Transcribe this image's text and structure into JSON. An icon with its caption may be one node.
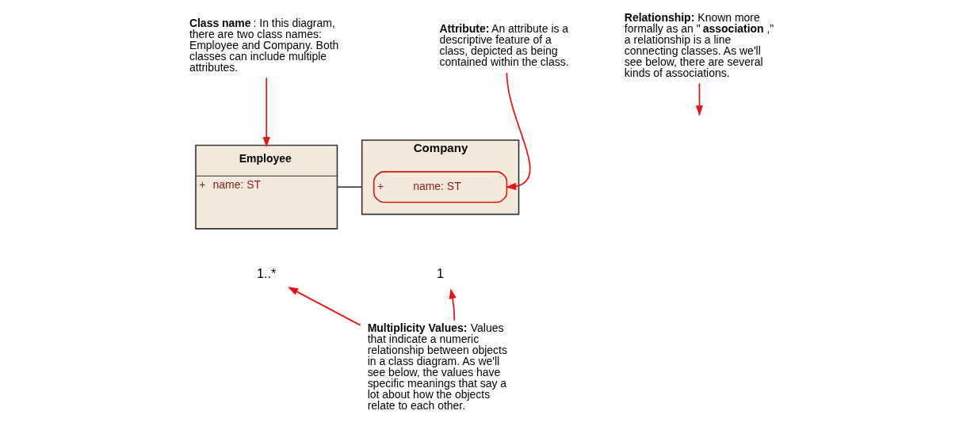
{
  "diagram": {
    "nodes": [
      {
        "text": [
          "**Class name**: In this diagram, there are two class names: Employee and Company. Both classes can include multiple attributes."
        ]
      },
      {
        "text": [
          "**Relationship:** Known more formally as an \"**association**,\" a relationship is a line connecting classes. As we'll see below, there are several kinds of associations."
        ]
      },
      {
        "text": [
          "**Attribute:** An attribute is a descriptive feature of a class, depicted as being contained within the class."
        ]
      },
      {
        "text": [
          "Employee",
          "+",
          "name: ST"
        ]
      },
      {
        "text": [
          "Company"
        ]
      },
      {
        "text": [
          "+",
          "name: ST"
        ],
        "in": 4
      },
      {
        "text": [
          "**Multiplicity Values:** Values that indicate a numeric relationship between objects in a class diagram. As we'll see below, the values have specific meanings that say a lot about how the objects relate to each other."
        ]
      },
      {
        "text": [
          "1..*"
        ]
      },
      {
        "text": [
          "1"
        ]
      }
    ],
    "edges": [
      {
        "from": 0,
        "to": 3,
        "arrow": "to"
      },
      {
        "from": 1,
        "to": null,
        "arrow": "to"
      },
      {
        "from": 2,
        "to": 5,
        "arrow": "to"
      },
      {
        "from": 3,
        "to": 4,
        "arrow": "none",
        "color": "#404040"
      },
      {
        "from": 6,
        "to": 7,
        "arrow": "to"
      },
      {
        "from": 6,
        "to": 8,
        "arrow": "to"
      }
    ]
  }
}
